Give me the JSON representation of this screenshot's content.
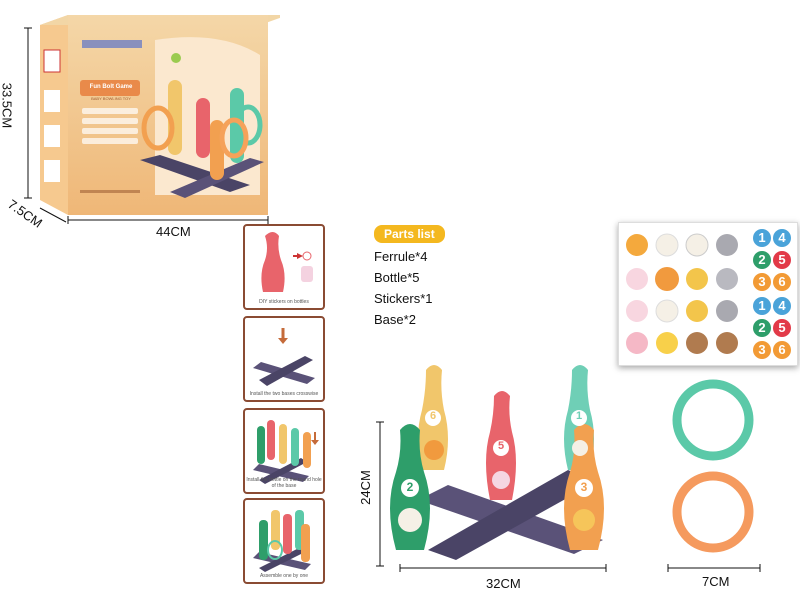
{
  "box": {
    "title": "Fun Bolt Game",
    "subtitle": "BABY BOWLING TOY",
    "height_label": "33.5CM",
    "depth_label": "7.5CM",
    "width_label": "44CM"
  },
  "steps": [
    {
      "caption": "DIY stickers on bottles"
    },
    {
      "caption": "Install the two bases crosswise"
    },
    {
      "caption": "Install the bottle on the round hole of the base"
    },
    {
      "caption": "Assemble one by one"
    }
  ],
  "parts": {
    "title": "Parts list",
    "items": [
      "Ferrule*4",
      "Bottle*5",
      "Stickers*1",
      "Base*2"
    ]
  },
  "sticker_numbers": [
    "1",
    "4",
    "2",
    "5",
    "3",
    "6",
    "1",
    "4",
    "2",
    "5",
    "3",
    "6"
  ],
  "pins": {
    "labels": [
      "6",
      "5",
      "1",
      "2",
      "3"
    ],
    "height_label": "24CM",
    "width_label": "32CM"
  },
  "rings": {
    "diameter_label": "7CM"
  }
}
